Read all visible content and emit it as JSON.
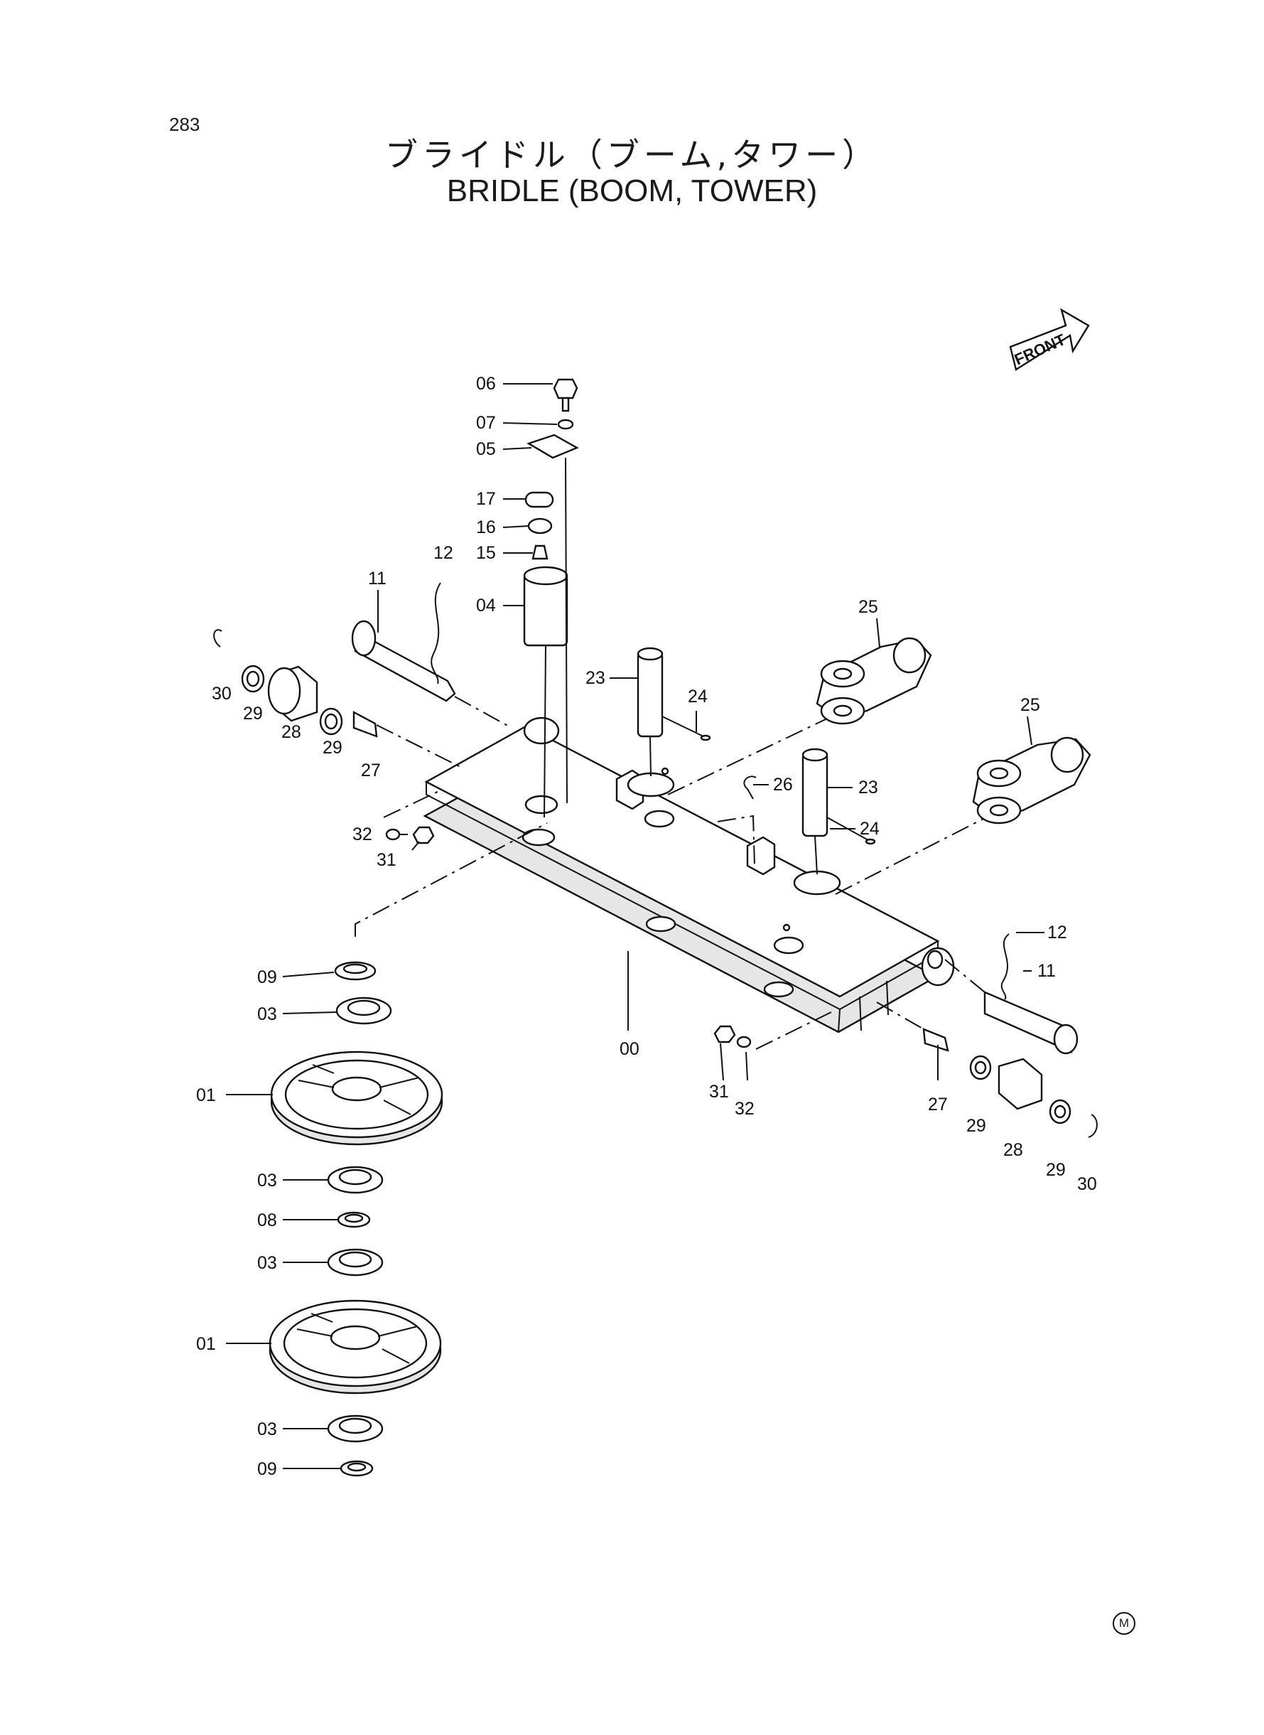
{
  "page": {
    "number": "283",
    "title_jp": "ブライドル（ブーム,タワー）",
    "title_en": "BRIDLE  (BOOM, TOWER)",
    "front_label": "FRONT",
    "mark": "M"
  },
  "callouts": {
    "c00": "00",
    "c01a": "01",
    "c01b": "01",
    "c03a": "03",
    "c03b": "03",
    "c03c": "03",
    "c03d": "03",
    "c04": "04",
    "c05": "05",
    "c06": "06",
    "c07": "07",
    "c08": "08",
    "c09a": "09",
    "c09b": "09",
    "c11a": "11",
    "c11b": "11",
    "c12a": "12",
    "c12b": "12",
    "c15": "15",
    "c16": "16",
    "c17": "17",
    "c23a": "23",
    "c23b": "23",
    "c24a": "24",
    "c24b": "24",
    "c25a": "25",
    "c25b": "25",
    "c26": "26",
    "c27a": "27",
    "c27b": "27",
    "c28a": "28",
    "c28b": "28",
    "c29a": "29",
    "c29b": "29",
    "c29c": "29",
    "c29d": "29",
    "c30a": "30",
    "c30b": "30",
    "c31a": "31",
    "c31b": "31",
    "c32a": "32",
    "c32b": "32"
  }
}
